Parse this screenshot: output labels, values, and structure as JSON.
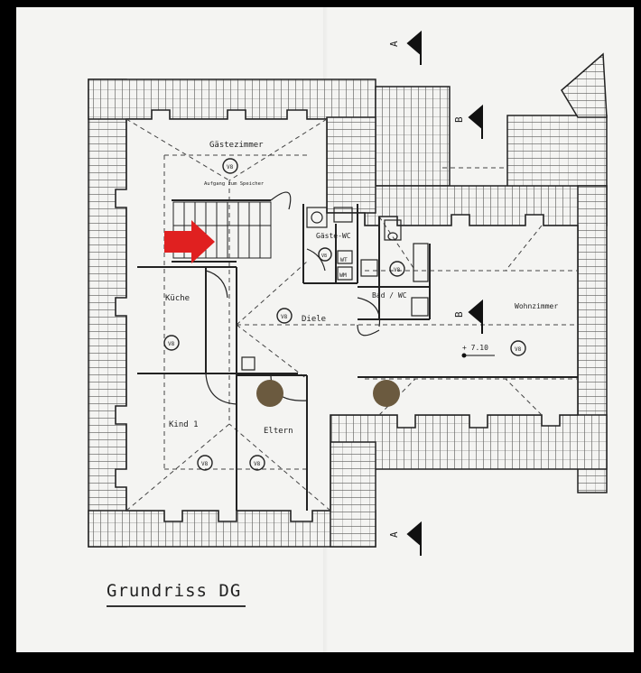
{
  "plan": {
    "title": "Grundriss DG",
    "rooms": {
      "gaestezimmer": "Gästezimmer",
      "aufgang": "Aufgang zum Speicher",
      "gaeste_wc": "Gäste-WC",
      "kueche": "Küche",
      "diele": "Diele",
      "bad_wc": "Bad / WC",
      "wohnzimmer": "Wohnzimmer",
      "kind1": "Kind 1",
      "eltern": "Eltern"
    },
    "fixtures": {
      "wt": "WT",
      "wm": "WM"
    },
    "floor_marker": "V8",
    "elevation": "+ 7.10",
    "section_a": "A",
    "section_b": "B",
    "marker_color": "#e02020"
  }
}
